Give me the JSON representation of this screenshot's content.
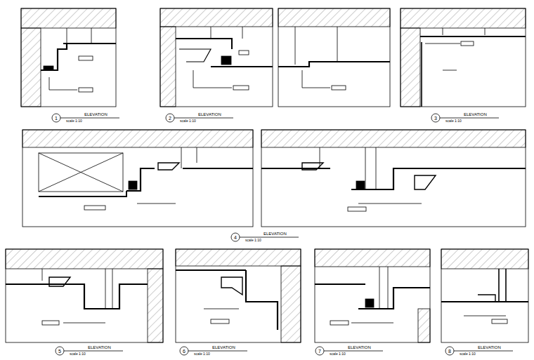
{
  "diagram": {
    "labels": [
      "1",
      "ELEVATION",
      "scale 1:10",
      "2",
      "ELEVATION",
      "scale 1:10",
      "3",
      "ELEVATION",
      "scale 1:10",
      "4",
      "ELEVATION",
      "scale 1:10",
      "5",
      "ELEVATION",
      "scale 1:10",
      "6",
      "ELEVATION",
      "scale 1:10",
      "7",
      "ELEVATION",
      "scale 1:10",
      "8",
      "ELEVATION",
      "scale 1:10"
    ]
  }
}
